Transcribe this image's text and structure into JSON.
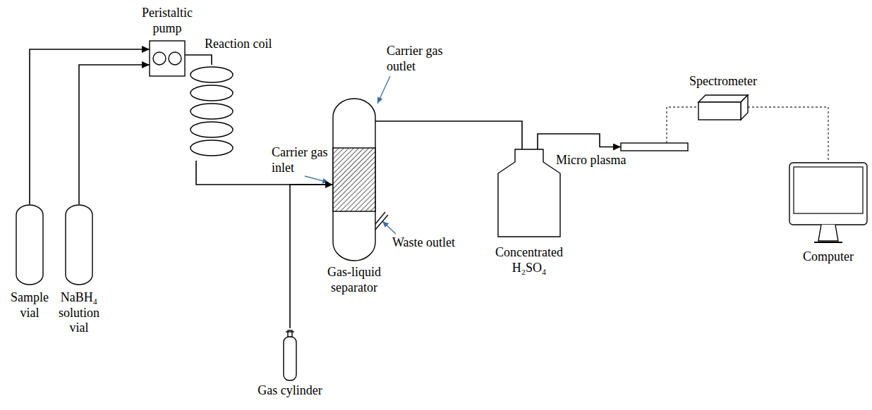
{
  "diagram": {
    "nodes": [
      {
        "text": [
          "Peristaltic pump"
        ]
      },
      {
        "text": [
          "Reaction coil"
        ]
      },
      {
        "text": [
          "Sample vial"
        ]
      },
      {
        "text": [
          "NaBH₄ solution vial"
        ]
      },
      {
        "text": [
          "Gas cylinder"
        ]
      },
      {
        "text": [
          "Gas-liquid separator"
        ]
      },
      {
        "text": [
          "Concentrated H₂SO₄"
        ]
      },
      {
        "text": [
          "Micro plasma"
        ]
      },
      {
        "text": [
          "Spectrometer"
        ]
      },
      {
        "text": [
          "Computer"
        ]
      }
    ],
    "edges": [
      {
        "from": 2,
        "to": 0,
        "arrow": "to"
      },
      {
        "from": 3,
        "to": 0,
        "arrow": "to"
      },
      {
        "from": 0,
        "to": 1,
        "arrow": "none"
      },
      {
        "from": 1,
        "to": 5,
        "arrow": "none"
      },
      {
        "from": 4,
        "to": 5,
        "arrow": "to"
      },
      {
        "from": 5,
        "to": 6,
        "arrow": "to"
      },
      {
        "from": 6,
        "to": 7,
        "arrow": "to"
      },
      {
        "from": 7,
        "to": 8,
        "arrow": "none"
      },
      {
        "from": 8,
        "to": 9,
        "arrow": "none"
      }
    ],
    "labels": [
      "Carrier gas outlet",
      "Carrier gas inlet",
      "Waste outlet"
    ]
  }
}
